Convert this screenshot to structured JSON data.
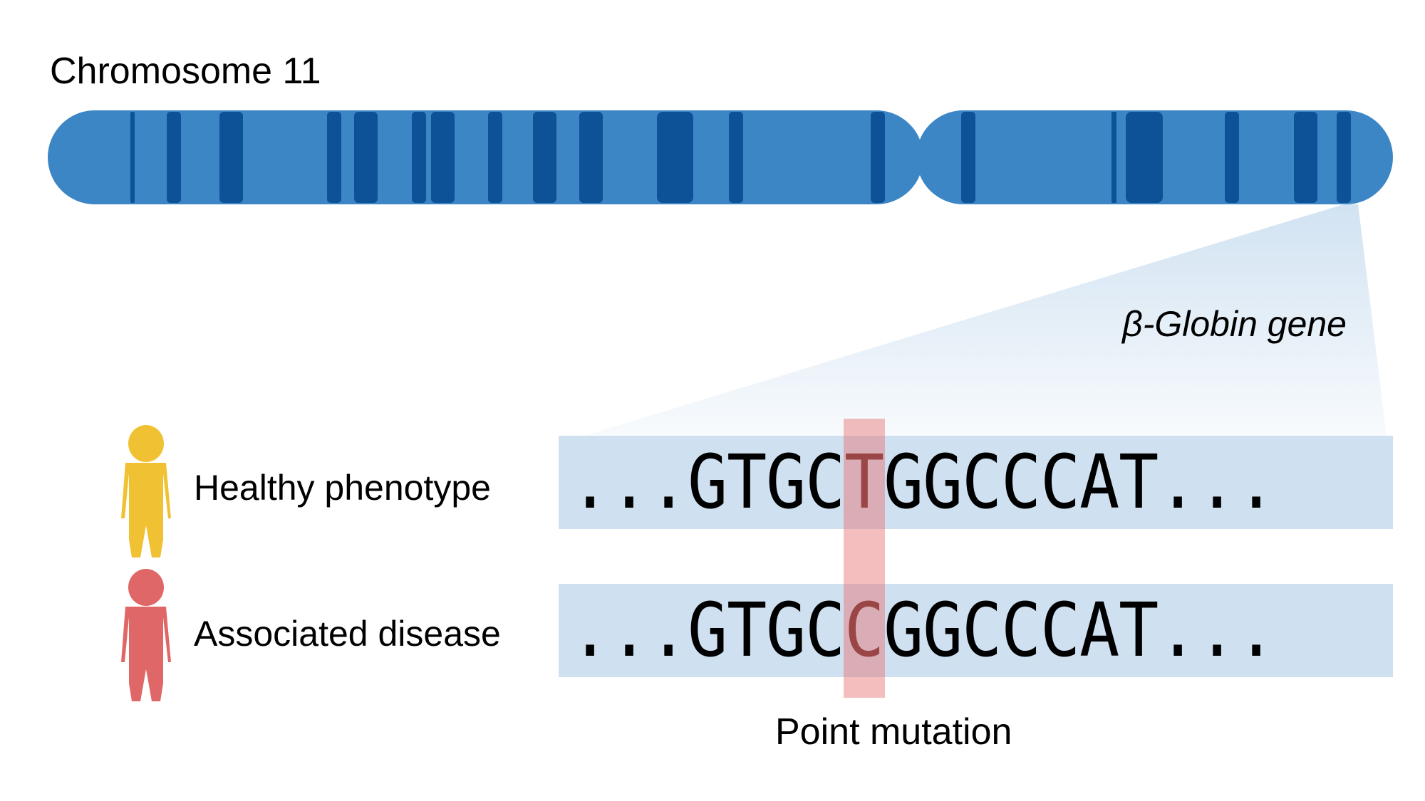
{
  "title": "Chromosome 11",
  "gene_label": "β-Globin gene",
  "colors": {
    "chromosome": "#3d86c6",
    "band": "#0d5196",
    "sequence_bg": "#cfe1f1",
    "mutation_highlight": "#f0b9b9",
    "healthy_person": "#f0c233",
    "disease_person": "#e06767",
    "mutated_base_text": "#5c2626"
  },
  "phenotypes": [
    {
      "label": "Healthy phenotype",
      "sequence_prefix": "...GTGC",
      "mutated_base": "T",
      "sequence_suffix": "GGCCCAT..."
    },
    {
      "label": "Associated disease",
      "sequence_prefix": "...GTGC",
      "mutated_base": "C",
      "sequence_suffix": "GGCCCAT..."
    }
  ],
  "mutation_label": "Point mutation"
}
